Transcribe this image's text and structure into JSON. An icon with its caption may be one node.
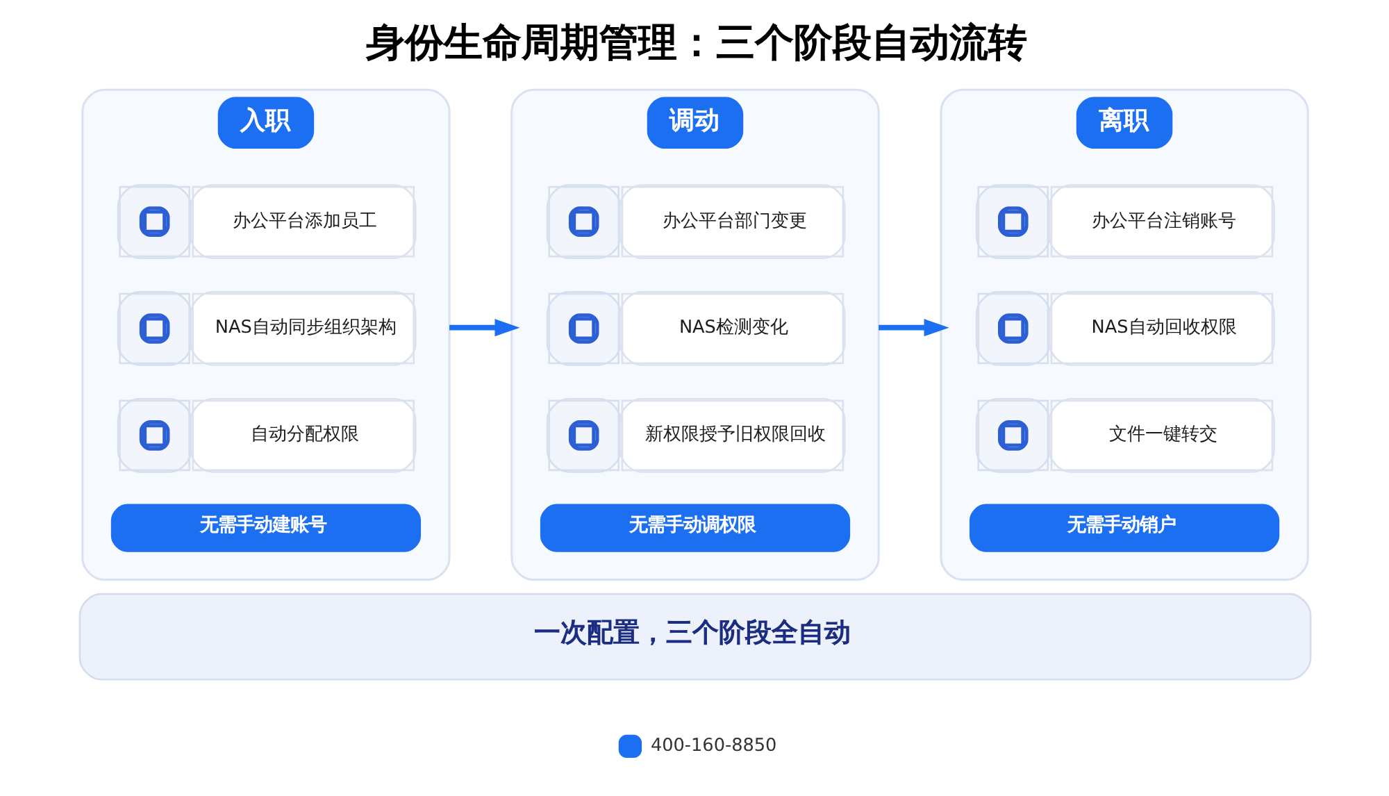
{
  "diagram": {
    "title": "身份生命周期管理：三个阶段自动流转",
    "nodes": [
      {
        "text": [
          "入职"
        ]
      },
      {
        "text": [
          "办公平台添加员工"
        ],
        "in": 0
      },
      {
        "text": [
          "NAS自动同步组织架构"
        ],
        "in": 0
      },
      {
        "text": [
          "自动分配权限"
        ],
        "in": 0
      },
      {
        "text": [
          "无需手动建账号"
        ],
        "in": 0
      },
      {
        "text": [
          "调动"
        ]
      },
      {
        "text": [
          "办公平台部门变更"
        ],
        "in": 5
      },
      {
        "text": [
          "NAS检测变化"
        ],
        "in": 5
      },
      {
        "text": [
          "新权限授予旧权限回收"
        ],
        "in": 5
      },
      {
        "text": [
          "无需手动调权限"
        ],
        "in": 5
      },
      {
        "text": [
          "离职"
        ]
      },
      {
        "text": [
          "办公平台注销账号"
        ],
        "in": 10
      },
      {
        "text": [
          "NAS自动回收权限"
        ],
        "in": 10
      },
      {
        "text": [
          "文件一键转交"
        ],
        "in": 10
      },
      {
        "text": [
          "无需手动销户"
        ],
        "in": 10
      },
      {
        "text": [
          "一次配置，三个阶段全自动"
        ]
      }
    ],
    "edges": [
      {
        "from": 0,
        "to": 5,
        "arrow": "to"
      },
      {
        "from": 5,
        "to": 10,
        "arrow": "to"
      }
    ],
    "labels": [
      "400-160-8850"
    ]
  }
}
